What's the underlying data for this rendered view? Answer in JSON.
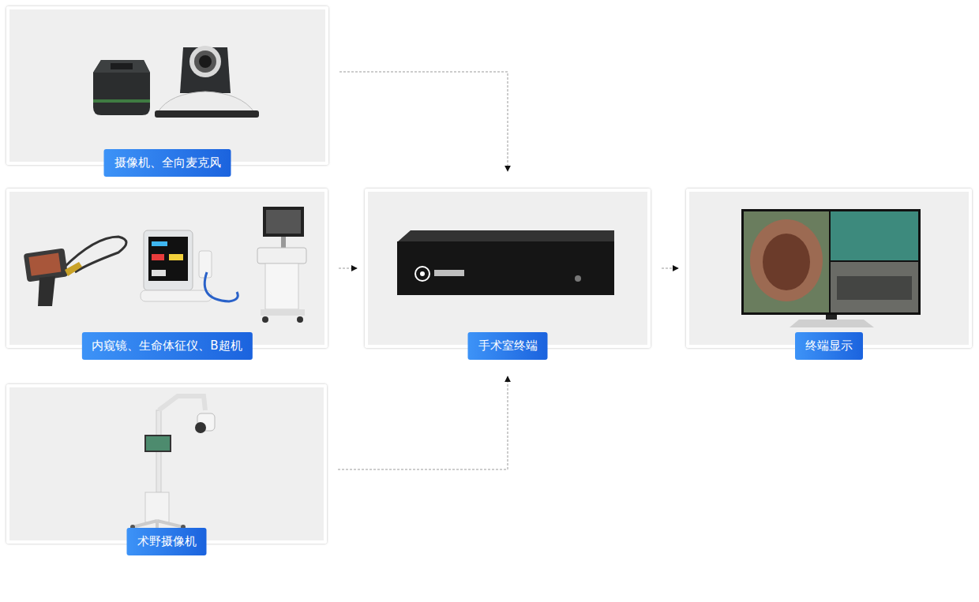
{
  "diagram": {
    "nodes": [
      {
        "text": [
          "摄像机、全向麦克风"
        ]
      },
      {
        "text": [
          "内窥镜、生命体征仪、B超机"
        ]
      },
      {
        "text": [
          "术野摄像机"
        ]
      },
      {
        "text": [
          "手术室终端"
        ]
      },
      {
        "text": [
          "终端显示"
        ]
      }
    ],
    "edges": [
      {
        "from": 0,
        "to": 3,
        "arrow": "to"
      },
      {
        "from": 1,
        "to": 3,
        "arrow": "to"
      },
      {
        "from": 2,
        "to": 3,
        "arrow": "to"
      },
      {
        "from": 3,
        "to": 4,
        "arrow": "to"
      }
    ]
  }
}
